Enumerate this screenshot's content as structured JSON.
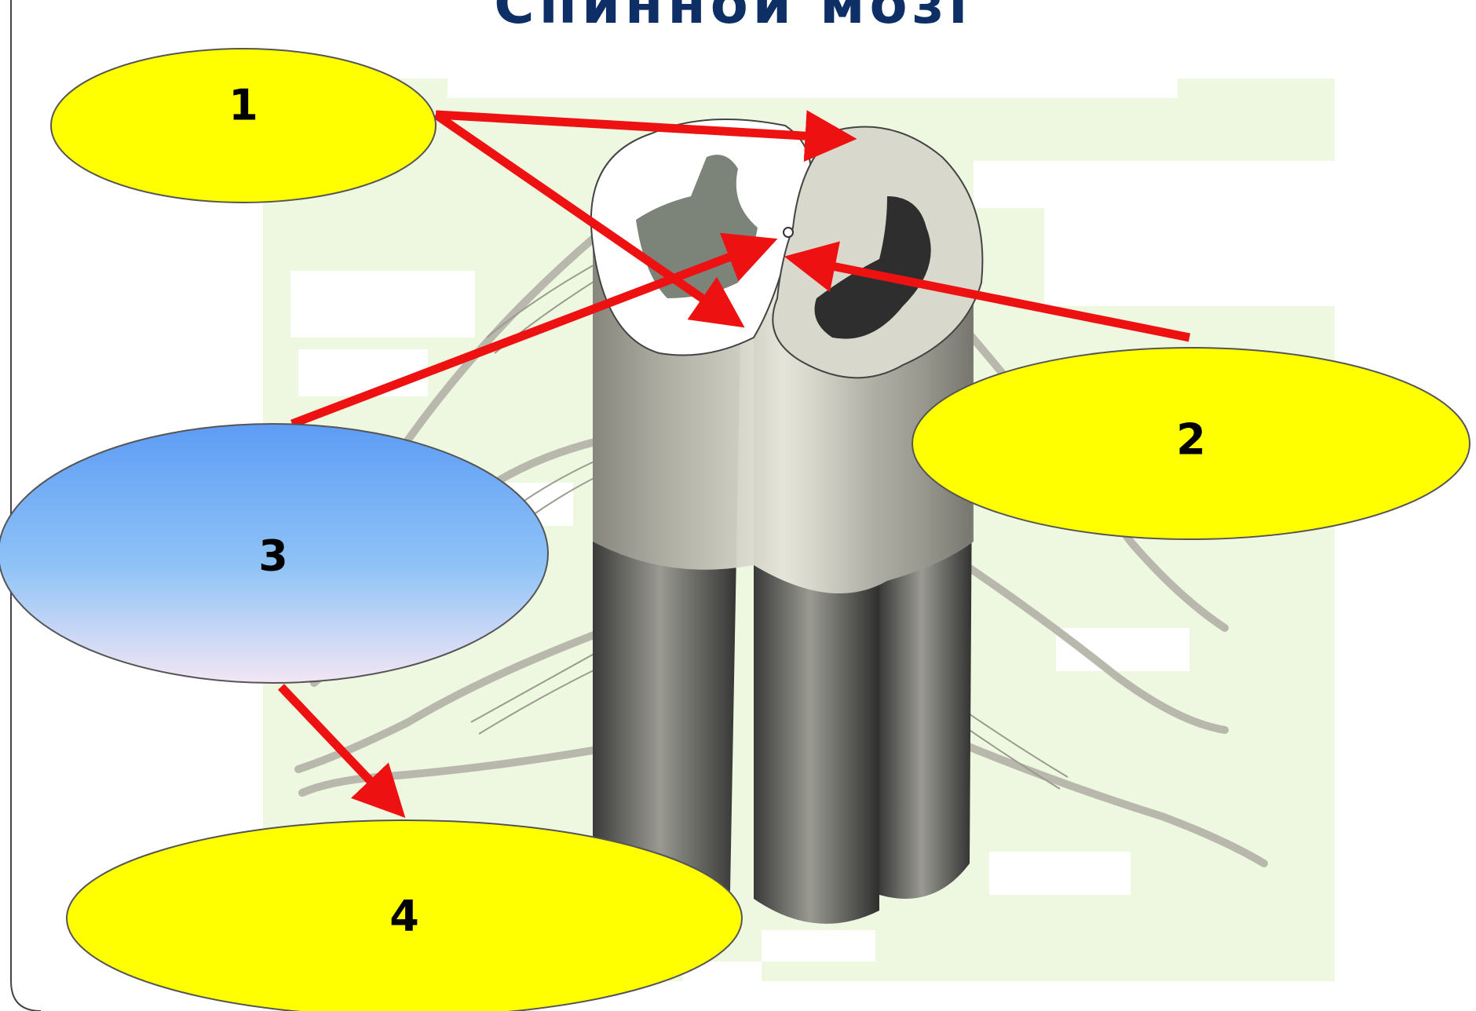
{
  "slide": {
    "title": "Спинной мозг",
    "labels": [
      {
        "id": "1",
        "text": "1"
      },
      {
        "id": "2",
        "text": "2"
      },
      {
        "id": "3",
        "text": "3"
      },
      {
        "id": "4",
        "text": "4"
      }
    ]
  },
  "colors": {
    "yellow_fill": "#ffff00",
    "blue_top": "#5d9cf5",
    "blue_bottom": "#f3e6f4",
    "arrow": "#ee1111",
    "background_green": "#eef8e0",
    "title": "#0d2f66"
  }
}
